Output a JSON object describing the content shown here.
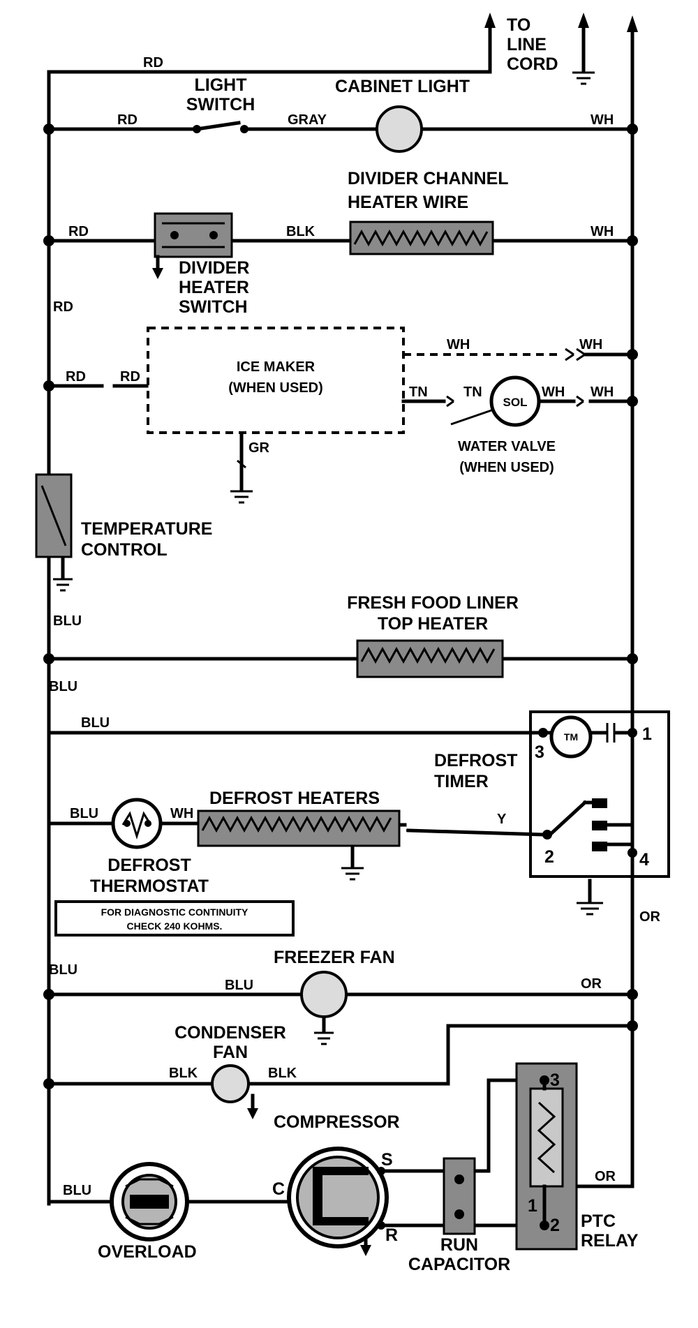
{
  "diagram": {
    "line_cord": "TO\nLINE\nCORD",
    "light_switch": "LIGHT\nSWITCH",
    "cabinet_light": "CABINET LIGHT",
    "divider_channel_heater_wire": "DIVIDER CHANNEL\nHEATER WIRE",
    "divider_heater_switch": "DIVIDER\nHEATER\nSWITCH",
    "ice_maker": "ICE MAKER\n(WHEN USED)",
    "water_valve": "WATER VALVE\n(WHEN USED)",
    "temperature_control": "TEMPERATURE\nCONTROL",
    "fresh_food_liner_top_heater": "FRESH FOOD LINER\nTOP HEATER",
    "defrost_timer": "DEFROST\nTIMER",
    "defrost_heaters": "DEFROST HEATERS",
    "defrost_thermostat": "DEFROST\nTHERMOSTAT",
    "diagnostic_note": "FOR DIAGNOSTIC CONTINUITY\nCHECK 240 KOHMS.",
    "freezer_fan": "FREEZER FAN",
    "condenser_fan": "CONDENSER\nFAN",
    "compressor": "COMPRESSOR",
    "overload": "OVERLOAD",
    "run_capacitor": "RUN\nCAPACITOR",
    "ptc_relay": "PTC\nRELAY",
    "timer_motor": "TM",
    "valve_coil": "SOL"
  },
  "wire_labels": {
    "rd": "RD",
    "gray": "GRAY",
    "blk": "BLK",
    "wh": "WH",
    "tn": "TN",
    "gr": "GR",
    "blu": "BLU",
    "y": "Y",
    "or": "OR"
  },
  "terminals": {
    "t1": "1",
    "t2": "2",
    "t3": "3",
    "t4": "4",
    "c": "C",
    "s": "S",
    "r": "R"
  }
}
